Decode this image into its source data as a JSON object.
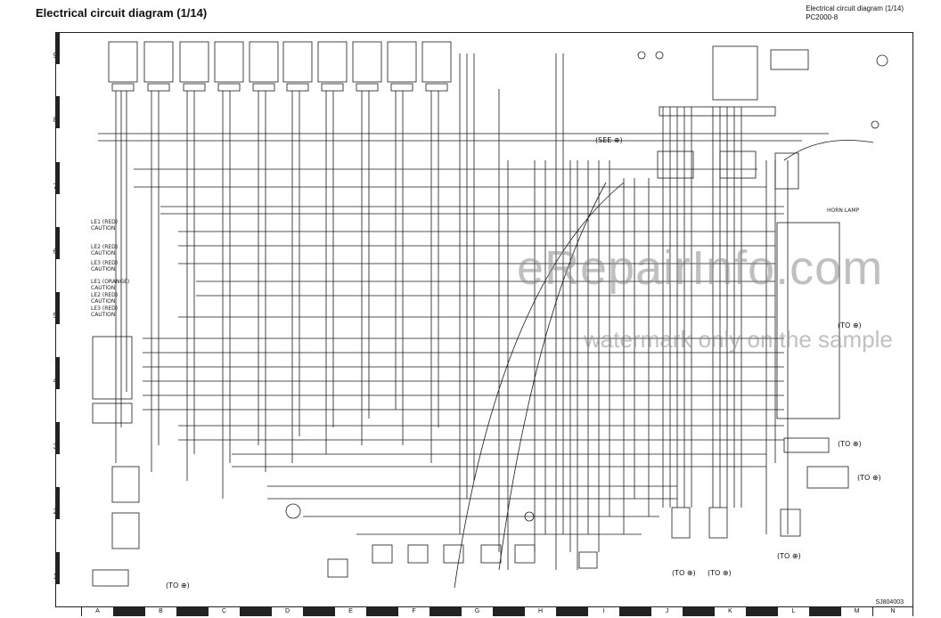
{
  "header": {
    "title": "Electrical circuit diagram (1/14)",
    "ref_line1": "Electrical circuit diagram (1/14)",
    "ref_line2": "PC2000-8"
  },
  "grid": {
    "rows": [
      "9",
      "8",
      "7",
      "6",
      "5",
      "4",
      "3",
      "2",
      "1"
    ],
    "columns": [
      "A",
      "B",
      "C",
      "D",
      "E",
      "F",
      "G",
      "H",
      "I",
      "J",
      "K",
      "L",
      "M",
      "N"
    ]
  },
  "labels": {
    "see": "(SEE ⊕)",
    "caution1": "CAUTION",
    "caution2": "CAUTION",
    "caution3": "CAUTION",
    "caution4": "CAUTION",
    "caution5": "CAUTION",
    "caution6": "CAUTION",
    "le1": "LE1 (RED)",
    "le2": "LE2 (RED)",
    "le3": "LE3 (RED)",
    "le4": "LE1 (ORANGE)",
    "le5": "LE2 (RED)",
    "le6": "LE3 (RED)",
    "to1": "(TO ⊕)",
    "to2": "(TO ⊕)",
    "to3": "(TO ⊕)",
    "to4": "(TO ⊕)",
    "to5": "(TO ⊕)",
    "to6": "(TO ⊕)",
    "to7": "(TO ⊕)",
    "horn": "HORN LAMP"
  },
  "watermark": {
    "line1": "eRepairInfo.com",
    "line2": "watermark only on the sample"
  },
  "diagram_id": "SJ804003"
}
